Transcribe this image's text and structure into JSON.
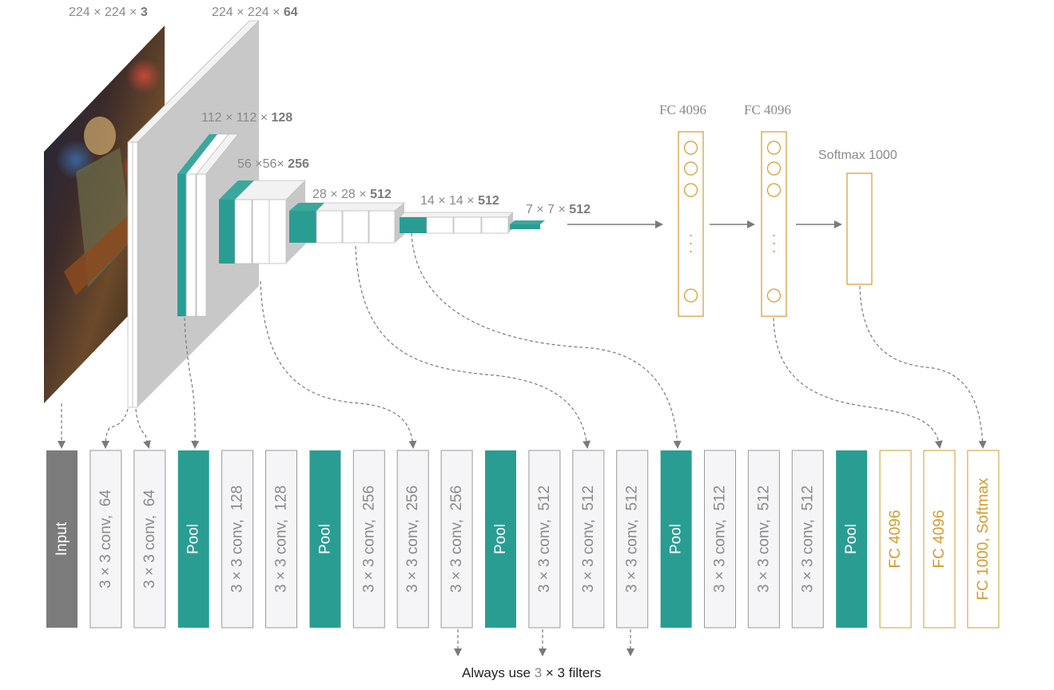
{
  "colors": {
    "input": "#7b7b7b",
    "conv_fill": "#f5f5f7",
    "conv_stroke": "#9a9a9a",
    "pool": "#2a9d93",
    "fc_stroke": "#d99a2b",
    "fc_text": "#d99a2b",
    "text_gray": "#8a8a8a"
  },
  "top_labels": {
    "input_dim": {
      "main": "224 × 224 × ",
      "bold": "3"
    },
    "block1_dim": {
      "main": "224 × 224 × ",
      "bold": "64"
    },
    "block2_dim": {
      "main": "112 × 112 × ",
      "bold": "128"
    },
    "block3_dim": {
      "main": "56 ×56× ",
      "bold": "256"
    },
    "block4_dim": {
      "main": "28 × 28 × ",
      "bold": "512"
    },
    "block5_dim": {
      "main": "14 × 14 × ",
      "bold": "512"
    },
    "pool5_dim": {
      "main": "7 × 7 × ",
      "bold": "512"
    },
    "fc1": "FC 4096",
    "fc2": "FC 4096",
    "softmax": "Softmax 1000"
  },
  "layers": [
    {
      "label": "Input",
      "type": "input"
    },
    {
      "label": "3 × 3 conv,  64",
      "type": "conv"
    },
    {
      "label": "3 × 3 conv,  64",
      "type": "conv"
    },
    {
      "label": "Pool",
      "type": "pool"
    },
    {
      "label": "3 × 3 conv,  128",
      "type": "conv"
    },
    {
      "label": "3 × 3 conv,  128",
      "type": "conv"
    },
    {
      "label": "Pool",
      "type": "pool"
    },
    {
      "label": "3 × 3 conv,  256",
      "type": "conv"
    },
    {
      "label": "3 × 3 conv,  256",
      "type": "conv"
    },
    {
      "label": "3 × 3 conv,  256",
      "type": "conv"
    },
    {
      "label": "Pool",
      "type": "pool"
    },
    {
      "label": "3 × 3 conv,  512",
      "type": "conv"
    },
    {
      "label": "3 × 3 conv,  512",
      "type": "conv"
    },
    {
      "label": "3 × 3 conv,  512",
      "type": "conv"
    },
    {
      "label": "Pool",
      "type": "pool"
    },
    {
      "label": "3 × 3 conv,  512",
      "type": "conv"
    },
    {
      "label": "3 × 3 conv,  512",
      "type": "conv"
    },
    {
      "label": "3 × 3 conv,  512",
      "type": "conv"
    },
    {
      "label": "Pool",
      "type": "pool"
    },
    {
      "label": "FC 4096",
      "type": "fc"
    },
    {
      "label": "FC 4096",
      "type": "fc"
    },
    {
      "label": "FC 1000, Softmax",
      "type": "fc"
    }
  ],
  "note": {
    "prefix": "Always use ",
    "highlight": "3",
    "suffix": " × 3 filters"
  }
}
